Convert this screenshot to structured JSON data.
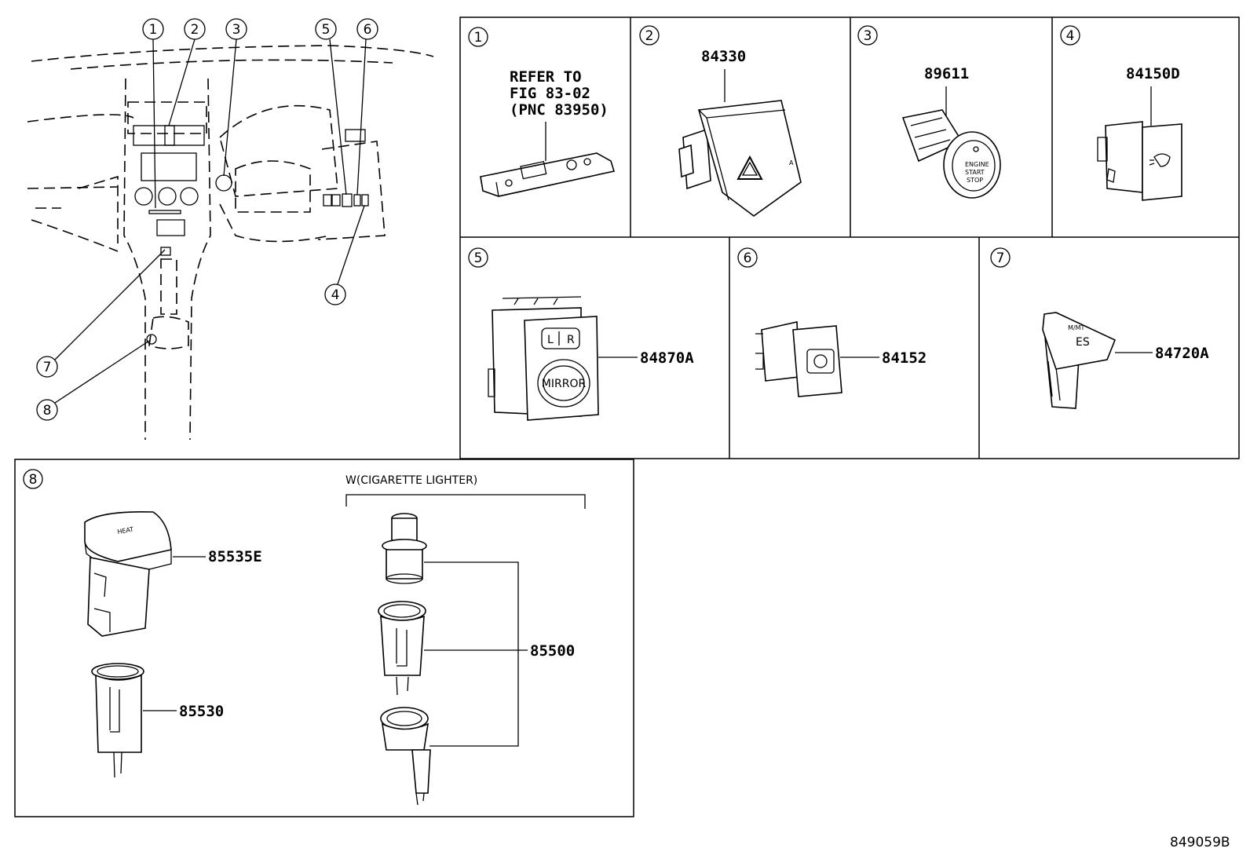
{
  "diagram_id": "849059B",
  "overview_callouts": [
    "1",
    "2",
    "3",
    "4",
    "5",
    "6",
    "7",
    "8"
  ],
  "panels": {
    "p1": {
      "callout": "1",
      "refer_lines": [
        "REFER TO",
        "FIG 83-02",
        "(PNC 83950)"
      ]
    },
    "p2": {
      "callout": "2",
      "part": "84330"
    },
    "p3": {
      "callout": "3",
      "part": "89611"
    },
    "p4": {
      "callout": "4",
      "part": "84150D"
    },
    "p5": {
      "callout": "5",
      "part": "84870A",
      "mirror_text": "MIRROR",
      "l_text": "L",
      "r_text": "R"
    },
    "p6": {
      "callout": "6",
      "part": "84152"
    },
    "p7": {
      "callout": "7",
      "part": "84720A",
      "button_text": "ES",
      "button_small": "M/MT"
    },
    "p8": {
      "callout": "8",
      "group_label": "W(CIGARETTE LIGHTER)",
      "parts": {
        "a": "85535E",
        "b": "85530",
        "c": "85500"
      }
    }
  }
}
